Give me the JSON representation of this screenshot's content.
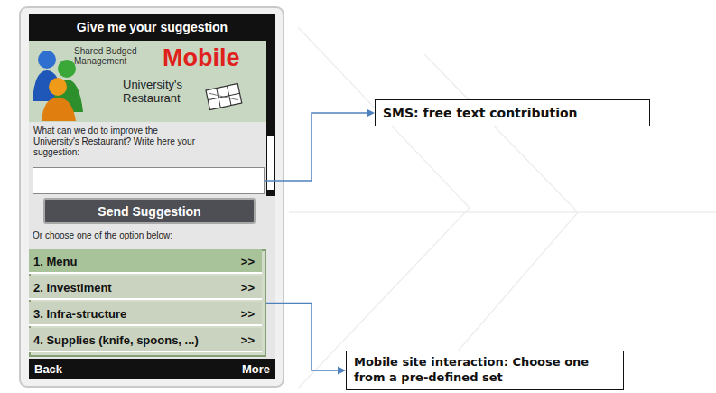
{
  "diagram": {
    "nodes": [
      {
        "text": [
          "Give me your suggestion"
        ]
      },
      {
        "text": [
          "Shared Budged Management",
          "Mobile",
          "University's Restaurant"
        ],
        "in": 0
      },
      {
        "text": [
          "What can we do to improve the University's Restaurant? Write here your suggestion:"
        ],
        "in": 0
      },
      {
        "text": [
          "Send Suggestion"
        ],
        "in": 0
      },
      {
        "text": [
          "Or choose one of the option below:"
        ],
        "in": 0
      },
      {
        "text": [
          "1. Menu",
          ">>"
        ],
        "in": 4
      },
      {
        "text": [
          "2. Investiment",
          ">>"
        ],
        "in": 4
      },
      {
        "text": [
          "3. Infra-structure",
          ">>"
        ],
        "in": 4
      },
      {
        "text": [
          "4. Supplies (knife, spoons, ...)",
          ">>"
        ],
        "in": 4
      },
      {
        "text": [
          "Back",
          "More"
        ],
        "in": 0
      },
      {
        "text": [
          "SMS: free text contribution"
        ]
      },
      {
        "text": [
          "Mobile site interaction: Choose one from a pre-defined set"
        ]
      }
    ],
    "edges": [
      {
        "from": 2,
        "to": 10,
        "arrow": "to"
      },
      {
        "from": 4,
        "to": 11,
        "arrow": "to"
      }
    ]
  }
}
